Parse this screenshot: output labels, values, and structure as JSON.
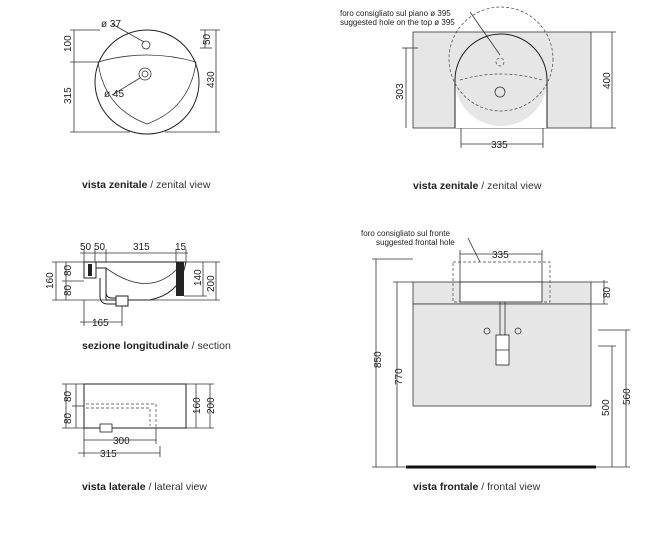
{
  "views": {
    "zenital_top": {
      "caption_bold": "vista zenitale",
      "caption_sep": " / ",
      "caption_text": "zenital view",
      "dims": {
        "d37": "ø 37",
        "d45": "ø 45",
        "d100": "100",
        "d315": "315",
        "d50": "50",
        "d430": "430"
      }
    },
    "zenital_counter": {
      "caption_bold": "vista zenitale",
      "caption_sep": " / ",
      "caption_text": "zenital view",
      "note_it": "foro consigliato sul piano ø 395",
      "note_en": "suggested hole on the top ø 395",
      "dims": {
        "d303": "303",
        "d400": "400",
        "d335": "335"
      }
    },
    "section": {
      "caption_bold": "sezione longitudinale",
      "caption_sep": " / ",
      "caption_text": "section",
      "dims": {
        "d50a": "50",
        "d50b": "50",
        "d315": "315",
        "d15": "15",
        "d160": "160",
        "d80a": "80",
        "d80b": "80",
        "d140": "140",
        "d200": "200",
        "d165": "165"
      }
    },
    "lateral": {
      "caption_bold": "vista laterale",
      "caption_sep": " / ",
      "caption_text": "lateral view",
      "dims": {
        "d80a": "80",
        "d80b": "80",
        "d160": "160",
        "d200": "200",
        "d300": "300",
        "d315": "315"
      }
    },
    "frontal": {
      "caption_bold": "vista frontale",
      "caption_sep": " / ",
      "caption_text": "frontal view",
      "note_it": "foro consigliato sul fronte",
      "note_en": "suggested frontal hole",
      "dims": {
        "d335": "335",
        "d80": "80",
        "d850": "850",
        "d770": "770",
        "d500": "500",
        "d560": "560"
      }
    }
  }
}
